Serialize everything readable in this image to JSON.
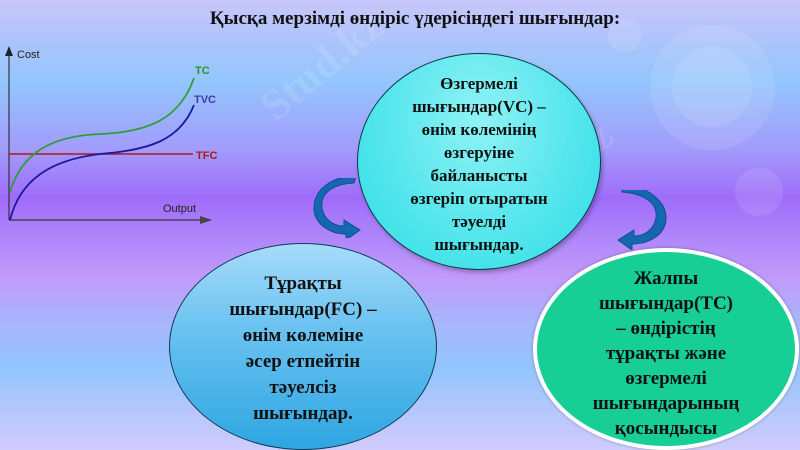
{
  "slide": {
    "title": "Қысқа мерзімді өндіріс үдерісіндегі шығындар:"
  },
  "chart_data": {
    "type": "line",
    "title": "",
    "xlabel": "Output",
    "ylabel": "Cost",
    "grid": false,
    "series": [
      {
        "name": "TC",
        "color": "#2e9e3a",
        "shape": "cubic, starts at TFC level, rises steeply, flattens, then rises steeply"
      },
      {
        "name": "TVC",
        "color": "#1a1aa0",
        "shape": "cubic, starts at origin, same shape as TC shifted down by TFC"
      },
      {
        "name": "TFC",
        "color": "#b01818",
        "shape": "horizontal line at constant cost"
      }
    ],
    "labels": {
      "tc": "TC",
      "tvc": "TVC",
      "tfc": "TFC",
      "x_axis": "Output",
      "y_axis": "Cost"
    }
  },
  "nodes": {
    "vc": {
      "lines": [
        "Өзгермелі",
        "шығындар(VC) –",
        "өнім көлемінің",
        "өзгеруіне",
        "байланысты",
        "өзгеріп отыратын",
        "тәуелді",
        "шығындар."
      ],
      "color": "#3fe3ea"
    },
    "fc": {
      "lines": [
        "Тұрақты",
        "шығындар(FC) –",
        "өнім көлеміне",
        "әсер етпейтін",
        "тәуелсіз",
        "шығындар."
      ],
      "color": "#4fb8ec"
    },
    "tc": {
      "lines": [
        "Жалпы",
        "шығындар(ТС)",
        "– өндірістің",
        "тұрақты және",
        "өзгермелі",
        "шығындарының",
        "қосындысы"
      ],
      "color": "#17cf95"
    }
  },
  "watermark": {
    "text": "Stud.kz"
  }
}
